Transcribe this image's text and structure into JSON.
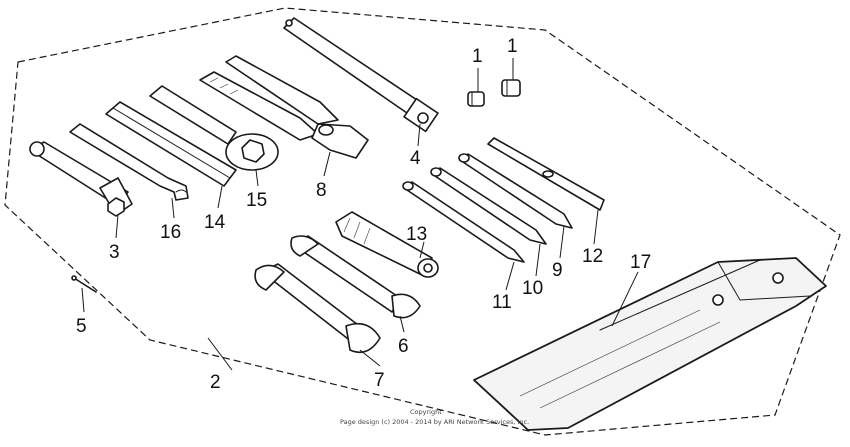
{
  "diagram": {
    "callouts": {
      "c1a": "1",
      "c1b": "1",
      "c2": "2",
      "c3": "3",
      "c4": "4",
      "c5": "5",
      "c6": "6",
      "c7": "7",
      "c8": "8",
      "c9": "9",
      "c10": "10",
      "c11": "11",
      "c12": "12",
      "c13": "13",
      "c14": "14",
      "c15": "15",
      "c16": "16",
      "c17": "17"
    },
    "copyright_line1": "Copyright",
    "copyright_line2": "Page design (c) 2004 - 2014 by ARI Network Services, Inc."
  }
}
